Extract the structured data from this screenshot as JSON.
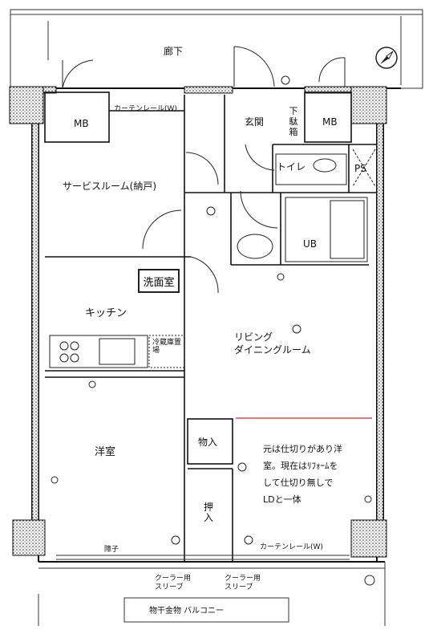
{
  "corridor": "廊下",
  "rooms": {
    "mb_left": "MB",
    "mb_right": "MB",
    "entrance": "玄関",
    "shoe_box": "下駄箱",
    "toilet": "トイレ",
    "ps": "PS",
    "service_room": "サービスルーム(納戸)",
    "washroom": "洗面室",
    "ub": "UB",
    "kitchen": "キッチン",
    "fridge": "冷蔵庫置場",
    "living": [
      "リビング",
      "ダイニングルーム"
    ],
    "storage": "物入",
    "closet": "押入",
    "western_room": "洋室"
  },
  "curtain_rail_top": "カーテンレール(W)",
  "curtain_rail_bottom": "カーテンレール(W)",
  "shoji": "障子",
  "cooler_sleeve_1": "クーラー用スリーブ",
  "cooler_sleeve_2": "クーラー用スリーブ",
  "balcony": "物干金物 バルコニー",
  "note": [
    "元は仕切りがあり洋",
    "室。現在はﾘﾌｫｰﾑを",
    "して仕切り無しで",
    "LDと一体"
  ],
  "colors": {
    "partition_line": "#e0202a",
    "wall": "#111111"
  }
}
